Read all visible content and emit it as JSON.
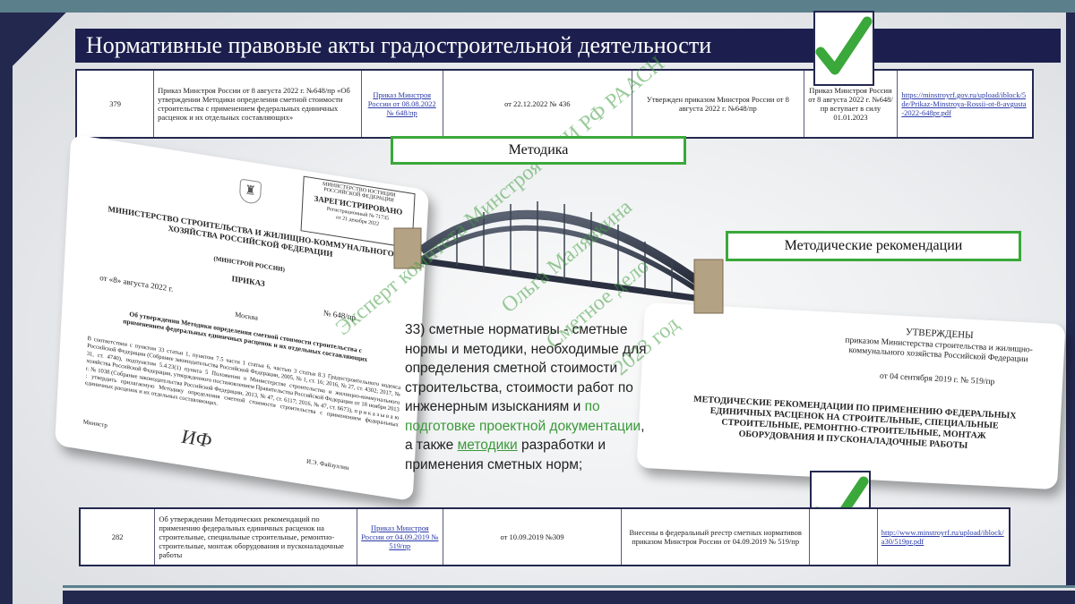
{
  "slide": {
    "title": "Нормативные правовые акты градостроительной деятельности"
  },
  "table_top": {
    "num": "379",
    "name": "Приказ Минстроя России от 8 августа 2022 г. №648/пр «Об утверждении Методики определения сметной стоимости строительства с применением федеральных единичных расценок и их отдельных составляющих»",
    "order_link": "Приказ Минстроя России от 08.08.2022 № 648/пр",
    "reg": "от 22.12.2022 № 436",
    "approved": "Утвержден приказом Минстроя России от 8 августа 2022 г. №648/пр",
    "effective": "Приказ Минстроя России от 8 августа 2022 г. №648/пр вступает в силу 01.01.2023",
    "url": "https://minstroyrf.gov.ru/upload/iblock/5de/Prikaz-Minstroya-Rossii-ot-8-avgusta-2022-648pr.pdf"
  },
  "table_bottom": {
    "num": "282",
    "name": "Об утверждении Методических рекомендаций по применению федеральных единичных расценок на строительные, специальные строительные, ремонтно-строительные, монтаж оборудования и пусконаладочные работы",
    "order_link": "Приказ Минстроя России от 04.09.2019 № 519/пр",
    "reg": "от 10.09.2019 №309",
    "approved": "Внесены в федеральный реестр сметных нормативов приказом Минстроя России от 04.09.2019 № 519/пр",
    "url": "http://www.minstroyrf.ru/upload/iblock/a30/519pr.pdf"
  },
  "labels": {
    "metodika": "Методика",
    "recommendations": "Методические рекомендации"
  },
  "body": {
    "part1": "33) сметные нормативы - сметные нормы и методики, необходимые для определения сметной стоимости строительства, стоимости работ по инженерным изысканиям и ",
    "green1": "по подготовке проектной документации",
    "part2": ",",
    "part3": "а также ",
    "green_link": "методики",
    "part4": " разработки и применения сметных норм;"
  },
  "doc_left": {
    "stamp_org": "МИНИСТЕРСТВО ЮСТИЦИИ РОССИЙСКОЙ ФЕДЕРАЦИИ",
    "stamp_registered": "ЗАРЕГИСТРИРОВАНО",
    "stamp_reg_no": "Регистрационный № 71735",
    "stamp_date": "от 21 декабря 2022",
    "ministry": "МИНИСТЕРСТВО СТРОИТЕЛЬСТВА И ЖИЛИЩНО-КОММУНАЛЬНОГО ХОЗЯЙСТВА РОССИЙСКОЙ ФЕДЕРАЦИИ",
    "short": "(МИНСТРОЙ РОССИИ)",
    "prikaz": "ПРИКАЗ",
    "date": "от «8» августа 2022 г.",
    "number": "№ 648/пр",
    "city": "Москва",
    "subject": "Об утверждении Методики определения сметной стоимости строительства с применением федеральных единичных расценок и их отдельных составляющих",
    "body": "В соответствии с пунктом 33 статьи 1, пунктом 7.5 части 1 статьи 6, частью 3 статьи 8.3 Градостроительного кодекса Российской Федерации (Собрание законодательства Российской Федерации, 2005, № 1, ст. 16; 2016, № 27, ст. 4302; 2017, № 31, ст. 4740), подпунктом 5.4.23(1) пункта 5 Положения о Министерстве строительства и жилищно-коммунального хозяйства Российской Федерации, утвержденного постановлением Правительства Российской Федерации от 18 ноября 2013 г. № 1038 (Собрание законодательства Российской Федерации, 2013, № 47, ст. 6117; 2016, № 47, ст. 6673), п р и к а з ы в а ю : утвердить прилагаемую Методику определения сметной стоимости строительства с применением федеральных единичных расценок и их отдельных составляющих.",
    "signer_title": "Министр",
    "signer_name": "И.Э. Файзуллин"
  },
  "doc_right": {
    "approved": "УТВЕРЖДЕНЫ",
    "approved_by": "приказом Министерства строительства и жилищно-коммунального хозяйства Российской Федерации",
    "approved_date": "от 04 сентября 2019 г. № 519/пр",
    "heading": "МЕТОДИЧЕСКИЕ РЕКОМЕНДАЦИИ ПО ПРИМЕНЕНИЮ ФЕДЕРАЛЬНЫХ ЕДИНИЧНЫХ РАСЦЕНОК НА СТРОИТЕЛЬНЫЕ, СПЕЦИАЛЬНЫЕ СТРОИТЕЛЬНЫЕ, РЕМОНТНО-СТРОИТЕЛЬНЫЕ, МОНТАЖ ОБОРУДОВАНИЯ И ПУСКОНАЛАДОЧНЫЕ РАБОТЫ"
  },
  "watermark": {
    "line1": "Эксперт комитета Минстроя НИИ РФ РААСН",
    "line2": "Ольга Малявкина",
    "line3": "Сметное дело",
    "line4": "2023 год"
  },
  "colors": {
    "navy": "#1c1f4e",
    "teal": "#5c7f8c",
    "green": "#3aa83a"
  }
}
